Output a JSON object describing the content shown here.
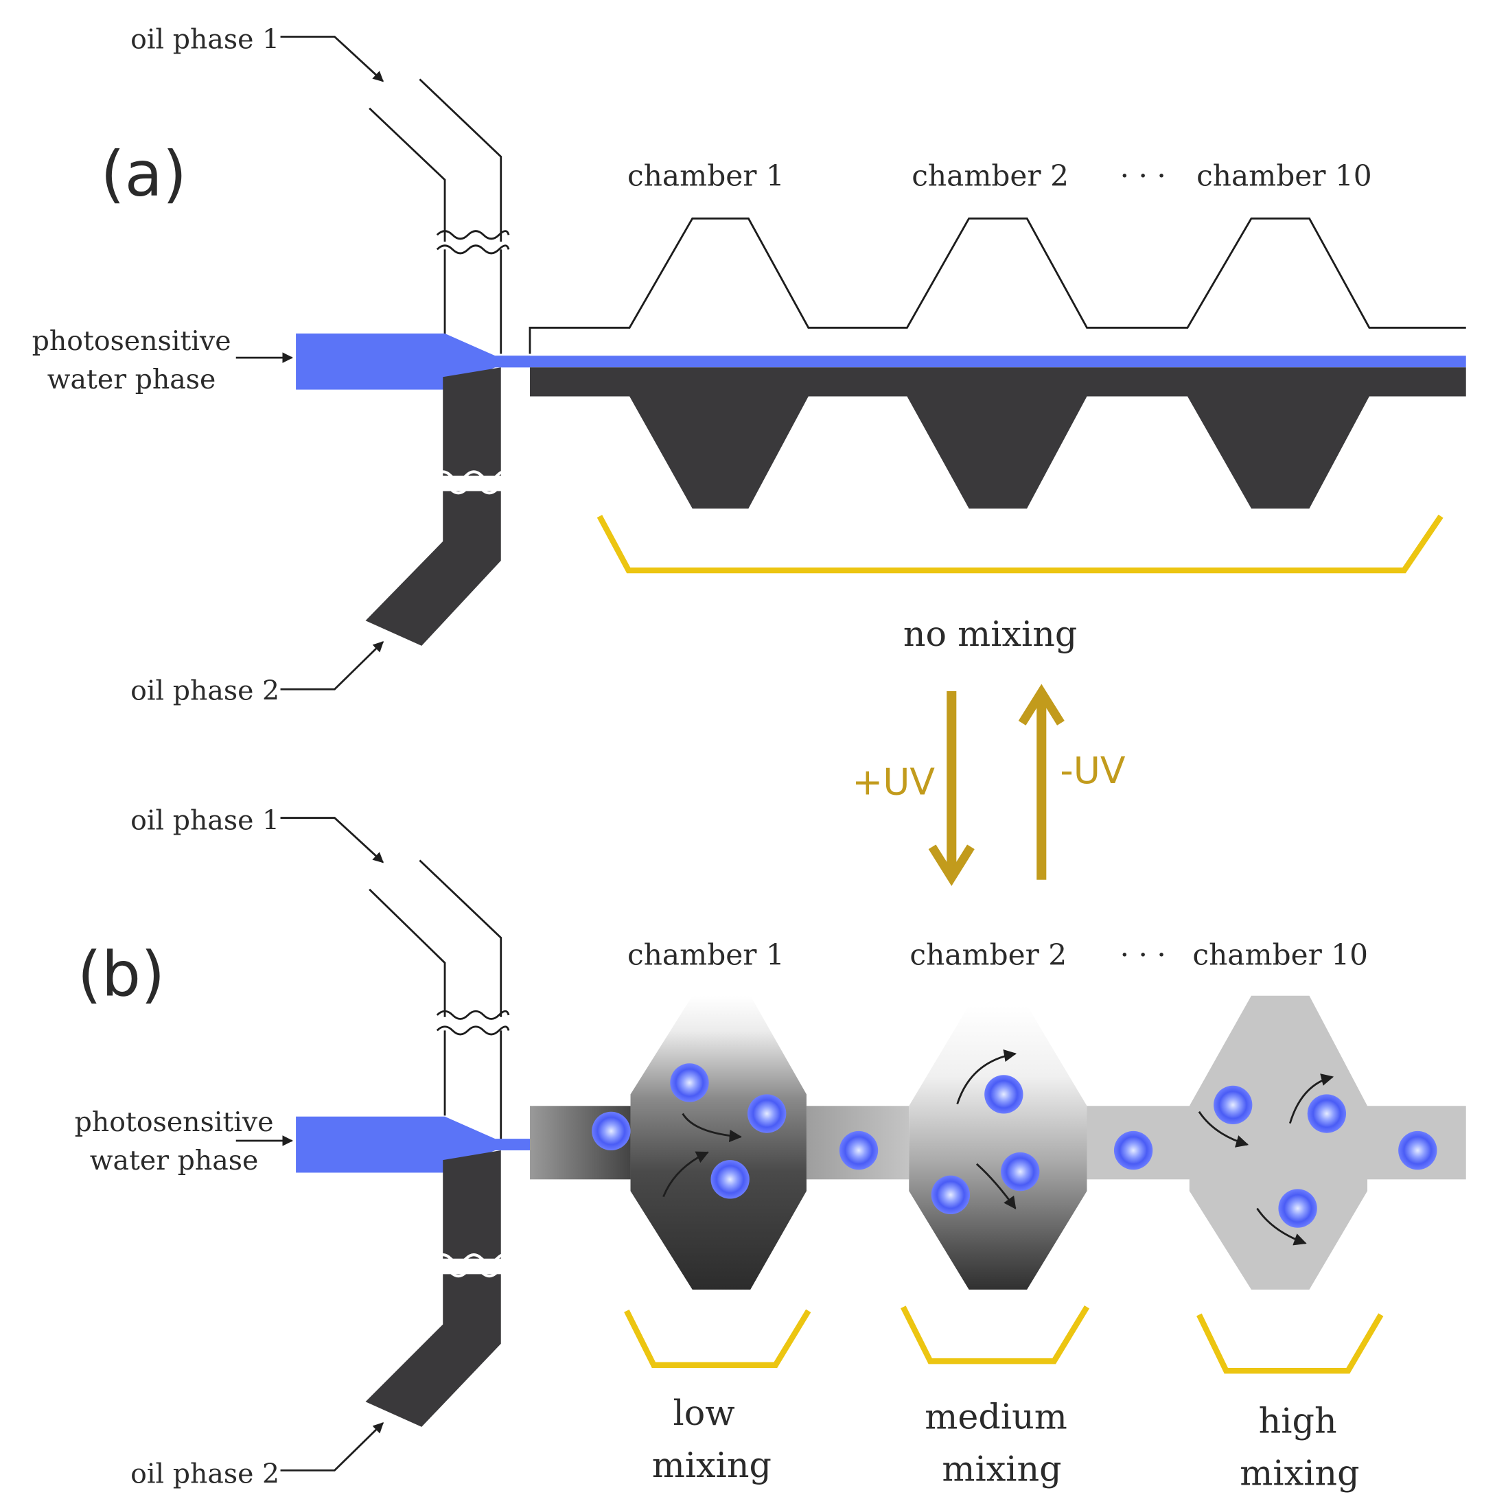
{
  "colors": {
    "water": "#5b74f7",
    "oil": "#3a393b",
    "wall": "#1c1c1c",
    "bracket": "#ecc511",
    "uv_arrow": "#c29b1c",
    "droplet": "#4a5cf5",
    "droplet_center": "#dde4ff",
    "light_gray": "#c6c6c6"
  },
  "panel_a": {
    "label": "(a)",
    "oil1": "oil phase 1",
    "oil2": "oil phase 2",
    "water_line1": "photosensitive",
    "water_line2": "water phase",
    "chamber1": "chamber 1",
    "chamber2": "chamber 2",
    "dots": "· · ·",
    "chamber10": "chamber 10",
    "mixing": "no mixing"
  },
  "transition": {
    "plus_uv": "+UV",
    "minus_uv": "-UV"
  },
  "panel_b": {
    "label": "(b)",
    "oil1": "oil phase 1",
    "oil2": "oil phase 2",
    "water_line1": "photosensitive",
    "water_line2": "water phase",
    "chamber1": "chamber 1",
    "chamber2": "chamber 2",
    "dots": "· · ·",
    "chamber10": "chamber 10",
    "low_1": "low",
    "low_2": "mixing",
    "medium_1": "medium",
    "medium_2": "mixing",
    "high_1": "high",
    "high_2": "mixing"
  }
}
